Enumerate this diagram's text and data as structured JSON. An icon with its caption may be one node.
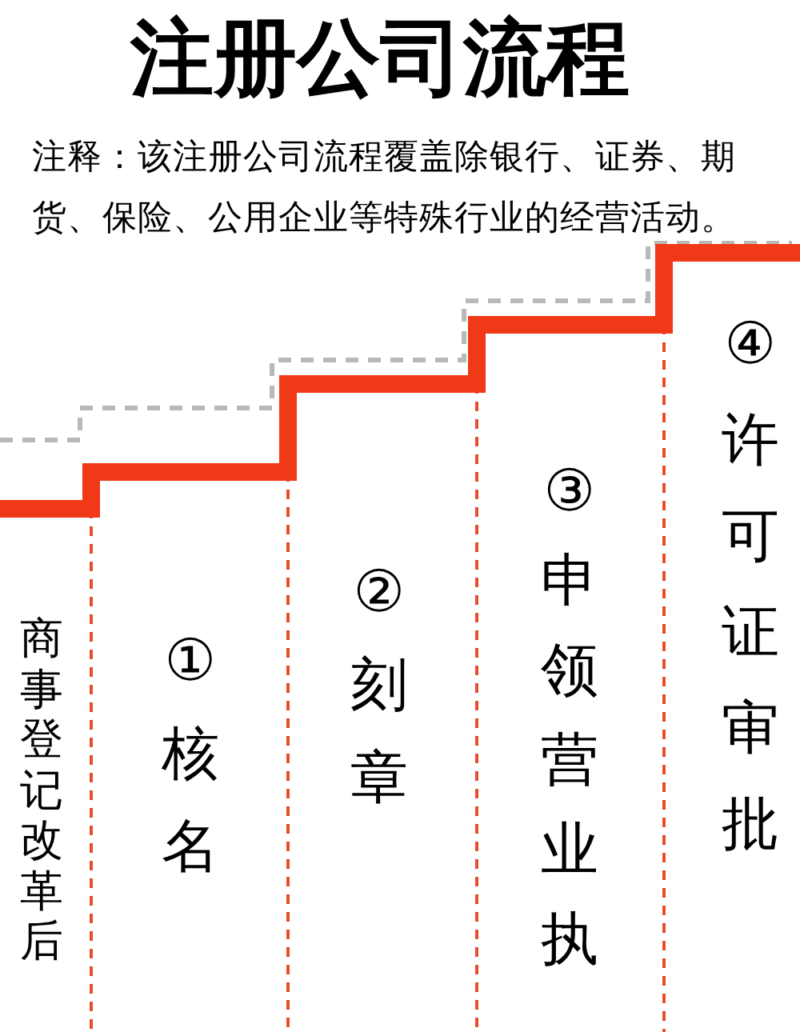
{
  "diagram": {
    "title": "注册公司流程",
    "nodes": [
      {
        "text": [
          "商事登记改革后"
        ]
      },
      {
        "text": [
          "①核名"
        ]
      },
      {
        "text": [
          "②刻章"
        ]
      },
      {
        "text": [
          "③申领营业执"
        ]
      },
      {
        "text": [
          "④许可证审批"
        ]
      }
    ],
    "labels": [
      "注释：该注册公司流程覆盖除银行、证券、期货、保险、公用企业等特殊行业的经营活动。"
    ]
  }
}
